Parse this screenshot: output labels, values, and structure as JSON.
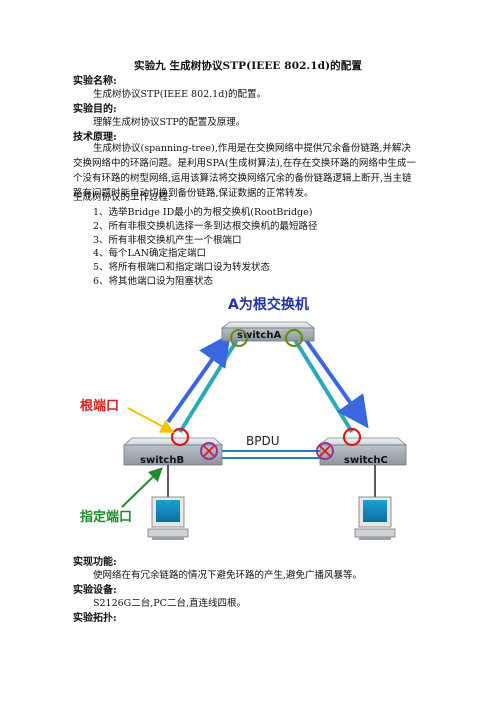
{
  "doc": {
    "title": "实验九 生成树协议STP(IEEE 802.1d)的配置",
    "sections": {
      "name_heading": "实验名称:",
      "name_text": "生成树协议STP(IEEE 802.1d)的配置。",
      "goal_heading": "实验目的:",
      "goal_text": "理解生成树协议STP的配置及原理。",
      "tech_heading": "技术原理:",
      "tech_para": "生成树协议(spanning-tree),作用是在交换网络中提供冗余备份链路,并解决交换网络中的环路问题。是利用SPA(生成树算法),在存在交换环路的网络中生成一个没有环路的树型网络,运用该算法将交换网络冗余的备份链路逻辑上断开,当主链路有问题时能自动切换到备份链路,保证数据的正常转发。",
      "process_intro": "生成树协议的工作过程:",
      "steps": [
        "1、选举Bridge ID最小的为根交换机(RootBridge)",
        "2、所有非根交换机选择一条到达根交换机的最短路径",
        "3、所有非根交换机产生一个根端口",
        "4、每个LAN确定指定端口",
        "5、将所有根端口和指定端口设为转发状态",
        "6、将其他端口设为阻塞状态"
      ],
      "func_heading": "实现功能:",
      "func_text": "使网络在有冗余链路的情况下避免环路的产生,避免广播风暴等。",
      "equip_heading": "实验设备:",
      "equip_text": "S2126G二台,PC二台,直连线四根。",
      "topo_heading": "实验拓扑:"
    }
  },
  "diagram": {
    "root_label": "A为根交换机",
    "switch_a": "switchA",
    "switch_b": "switchB",
    "switch_c": "switchC",
    "bpdu": "BPDU",
    "root_port_label": "根端口",
    "designated_port_label": "指定端口",
    "colors": {
      "blue_arrow": "#3a66e0",
      "teal_link": "#2aa9b8",
      "root_label": "#2233aa",
      "red_label": "#d02020",
      "green_label": "#1f8a2a",
      "yellow_arrow": "#f2c200",
      "green_circle": "#6a8c12",
      "red_circle": "#e01818",
      "purple_x": "#9b2f9b"
    }
  }
}
